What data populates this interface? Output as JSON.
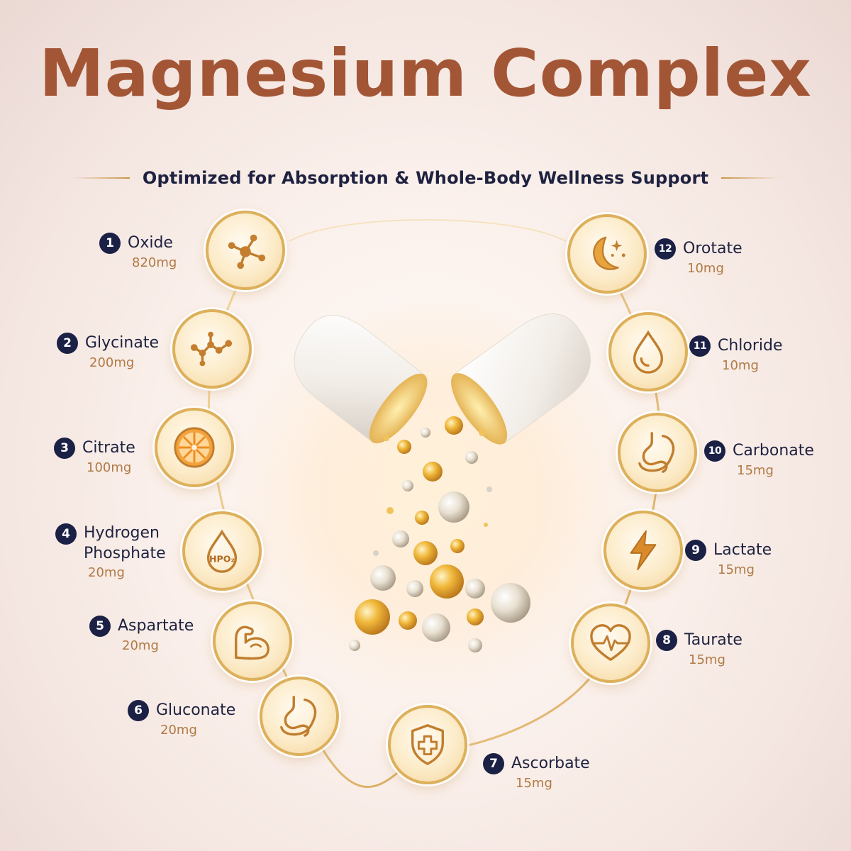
{
  "title": "Magnesium Complex",
  "subtitle": "Optimized for Absorption & Whole-Body Wellness Support",
  "colors": {
    "title": "#a35635",
    "subtitle": "#1e2240",
    "badge_number_bg": "#1b2045",
    "gold": "#d6a34f",
    "icon_stroke": "#c07d2e",
    "dose": "#b07a44"
  },
  "ingredients": [
    {
      "number": "1",
      "name": "Oxide",
      "dose": "820mg",
      "icon": "molecule-icon"
    },
    {
      "number": "2",
      "name": "Glycinate",
      "dose": "200mg",
      "icon": "chain-molecule-icon"
    },
    {
      "number": "3",
      "name": "Citrate",
      "dose": "100mg",
      "icon": "citrus-slice-icon"
    },
    {
      "number": "4",
      "name_line1": "Hydrogen",
      "name_line2": "Phosphate",
      "dose": "20mg",
      "icon": "hpo-droplet-icon",
      "icon_text": "HPO₂"
    },
    {
      "number": "5",
      "name": "Aspartate",
      "dose": "20mg",
      "icon": "flexed-arm-icon"
    },
    {
      "number": "6",
      "name": "Gluconate",
      "dose": "20mg",
      "icon": "stomach-icon"
    },
    {
      "number": "7",
      "name": "Ascorbate",
      "dose": "15mg",
      "icon": "shield-cross-icon"
    },
    {
      "number": "8",
      "name": "Taurate",
      "dose": "15mg",
      "icon": "heart-pulse-icon"
    },
    {
      "number": "9",
      "name": "Lactate",
      "dose": "15mg",
      "icon": "lightning-icon"
    },
    {
      "number": "10",
      "name": "Carbonate",
      "dose": "15mg",
      "icon": "stomach-icon"
    },
    {
      "number": "11",
      "name": "Chloride",
      "dose": "10mg",
      "icon": "water-drop-icon"
    },
    {
      "number": "12",
      "name": "Orotate",
      "dose": "10mg",
      "icon": "moon-stars-icon"
    }
  ]
}
